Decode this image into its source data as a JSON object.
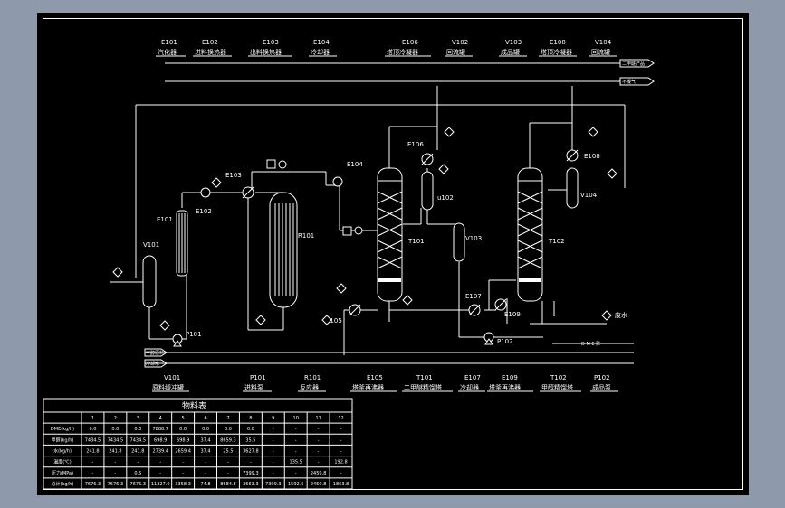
{
  "top_labels": [
    {
      "tag": "E101",
      "name": "汽化器"
    },
    {
      "tag": "E102",
      "name": "进料换热器"
    },
    {
      "tag": "E103",
      "name": "出料换热器"
    },
    {
      "tag": "E104",
      "name": "冷却器"
    },
    {
      "tag": "E106",
      "name": "塔顶冷凝器"
    },
    {
      "tag": "V102",
      "name": "回流罐"
    },
    {
      "tag": "V103",
      "name": "成品罐"
    },
    {
      "tag": "E108",
      "name": "塔顶冷凝器"
    },
    {
      "tag": "V104",
      "name": "回流罐"
    }
  ],
  "bottom_labels": [
    {
      "tag": "V101",
      "name": "原料缓冲罐"
    },
    {
      "tag": "P101",
      "name": "进料泵"
    },
    {
      "tag": "R101",
      "name": "反应器"
    },
    {
      "tag": "E105",
      "name": "塔釜再沸器"
    },
    {
      "tag": "T101",
      "name": "二甲醚精馏塔"
    },
    {
      "tag": "E107",
      "name": "冷却器"
    },
    {
      "tag": "E109",
      "name": "塔釜再沸器"
    },
    {
      "tag": "T102",
      "name": "甲醇精馏塔"
    },
    {
      "tag": "P102",
      "name": "成品泵"
    }
  ],
  "equipment_tags": {
    "e103": "E103",
    "e102": "E102",
    "e101": "E101",
    "v101": "V101",
    "p101": "P101",
    "r101": "R101",
    "e104": "E104",
    "e105": "E105",
    "e106": "E106",
    "v102": "u102",
    "t101": "T101",
    "v103": "V103",
    "e107": "E107",
    "e108": "E108",
    "v104": "V104",
    "t102": "T102",
    "e109": "E109",
    "p102": "P102"
  },
  "stream_labels": {
    "out_top1": "二甲醚产品",
    "out_top2": "不凝气",
    "feed_bottom1": "甲醇原料",
    "feed_bottom2": "冷却水",
    "wastewater": "废水",
    "util_right": "D M E 贮"
  },
  "table": {
    "title": "物料表",
    "col_headers": [
      "",
      "1",
      "2",
      "3",
      "4",
      "5",
      "6",
      "7",
      "8",
      "9",
      "10",
      "11",
      "12"
    ],
    "rows": [
      [
        "DME(kg/h)",
        "0.0",
        "0.0",
        "0.0",
        "7888.7",
        "0.0",
        "0.0",
        "0.0",
        "0.0",
        "-",
        "-",
        "-",
        "-"
      ],
      [
        "甲醇(kg/h)",
        "7434.5",
        "7434.5",
        "7434.5",
        "698.9",
        "698.9",
        "37.4",
        "8659.3",
        "35.5",
        "-",
        "-",
        "-",
        "-"
      ],
      [
        "水(kg/h)",
        "241.8",
        "241.8",
        "241.8",
        "2739.4",
        "2659.4",
        "37.4",
        "25.5",
        "3627.8",
        "-",
        "-",
        "-",
        "-"
      ],
      [
        "温度(℃)",
        "-",
        "-",
        "-",
        "-",
        "-",
        "-",
        "-",
        "-",
        "-",
        "135.5",
        "-",
        "192.8"
      ],
      [
        "压力(MPa)",
        "-",
        "-",
        "0.5",
        "-",
        "-",
        "-",
        "-",
        "7399.3",
        "-",
        "-",
        "2459.8",
        "-"
      ],
      [
        "总计(kg/h)",
        "7676.3",
        "7676.3",
        "7676.3",
        "11327.0",
        "3358.3",
        "74.8",
        "8684.8",
        "3663.3",
        "7399.3",
        "1592.6",
        "2459.8",
        "1863.8"
      ]
    ]
  }
}
